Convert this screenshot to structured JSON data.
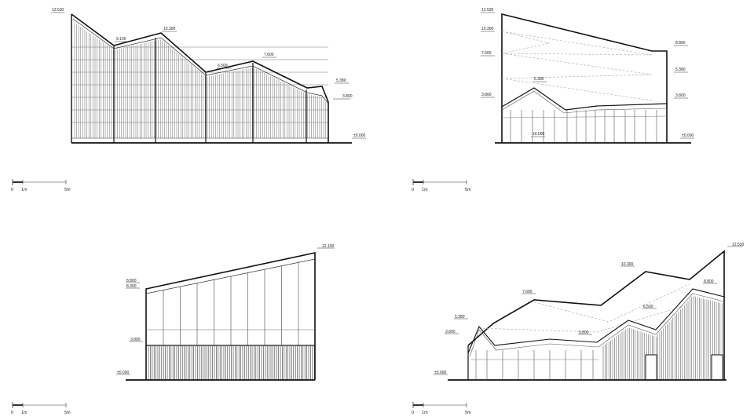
{
  "drawings": [
    {
      "id": "elevation-top-left",
      "levels": [
        "12.530",
        "9.100",
        "10.300",
        "6.500",
        "7.600",
        "5.380",
        "3.800",
        "±0.000"
      ],
      "scale_labels": [
        "0",
        "1m",
        "5m"
      ]
    },
    {
      "id": "elevation-top-right",
      "levels": [
        "12.530",
        "10.300",
        "7.600",
        "3.800",
        "5.380",
        "8.800",
        "5.380",
        "3.800",
        "±0.000",
        "±0.000"
      ],
      "scale_labels": [
        "0",
        "1m",
        "5m"
      ]
    },
    {
      "id": "elevation-bottom-left",
      "levels": [
        "8.800",
        "8.300",
        "3.800",
        "±0.000",
        "12.100"
      ],
      "scale_labels": [
        "0",
        "1m",
        "5m"
      ]
    },
    {
      "id": "elevation-bottom-right",
      "levels": [
        "12.530",
        "10.300",
        "8.800",
        "7.600",
        "6.500",
        "5.380",
        "3.800",
        "3.800",
        "±0.000"
      ],
      "scale_labels": [
        "0",
        "1m",
        "5m"
      ]
    }
  ],
  "colors": {
    "line": "#111111",
    "thin": "#555555",
    "dashed": "#9a9a9a"
  }
}
